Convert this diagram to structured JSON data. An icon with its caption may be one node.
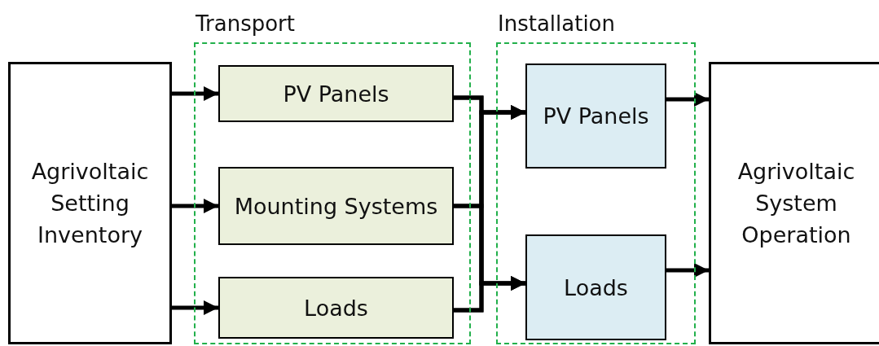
{
  "diagram": {
    "nodes": [
      {
        "text": [
          "Agrivoltaic Setting Inventory"
        ]
      },
      {
        "text": [
          "Transport"
        ]
      },
      {
        "text": [
          "PV Panels"
        ],
        "in": 1
      },
      {
        "text": [
          "Mounting Systems"
        ],
        "in": 1
      },
      {
        "text": [
          "Loads"
        ],
        "in": 1
      },
      {
        "text": [
          "Installation"
        ]
      },
      {
        "text": [
          "PV Panels"
        ],
        "in": 5
      },
      {
        "text": [
          "Loads"
        ],
        "in": 5
      },
      {
        "text": [
          "Agrivoltaic System Operation"
        ]
      }
    ],
    "edges": [
      {
        "from": 0,
        "to": 2,
        "arrow": "to"
      },
      {
        "from": 0,
        "to": 3,
        "arrow": "to"
      },
      {
        "from": 0,
        "to": 4,
        "arrow": "to"
      },
      {
        "from": 2,
        "to": 6,
        "arrow": "to"
      },
      {
        "from": 2,
        "to": 7,
        "arrow": "to"
      },
      {
        "from": 3,
        "to": 6,
        "arrow": "to"
      },
      {
        "from": 3,
        "to": 7,
        "arrow": "to"
      },
      {
        "from": 4,
        "to": 6,
        "arrow": "to"
      },
      {
        "from": 4,
        "to": 7,
        "arrow": "to"
      },
      {
        "from": 6,
        "to": 8,
        "arrow": "to"
      },
      {
        "from": 7,
        "to": 8,
        "arrow": "to"
      }
    ]
  }
}
